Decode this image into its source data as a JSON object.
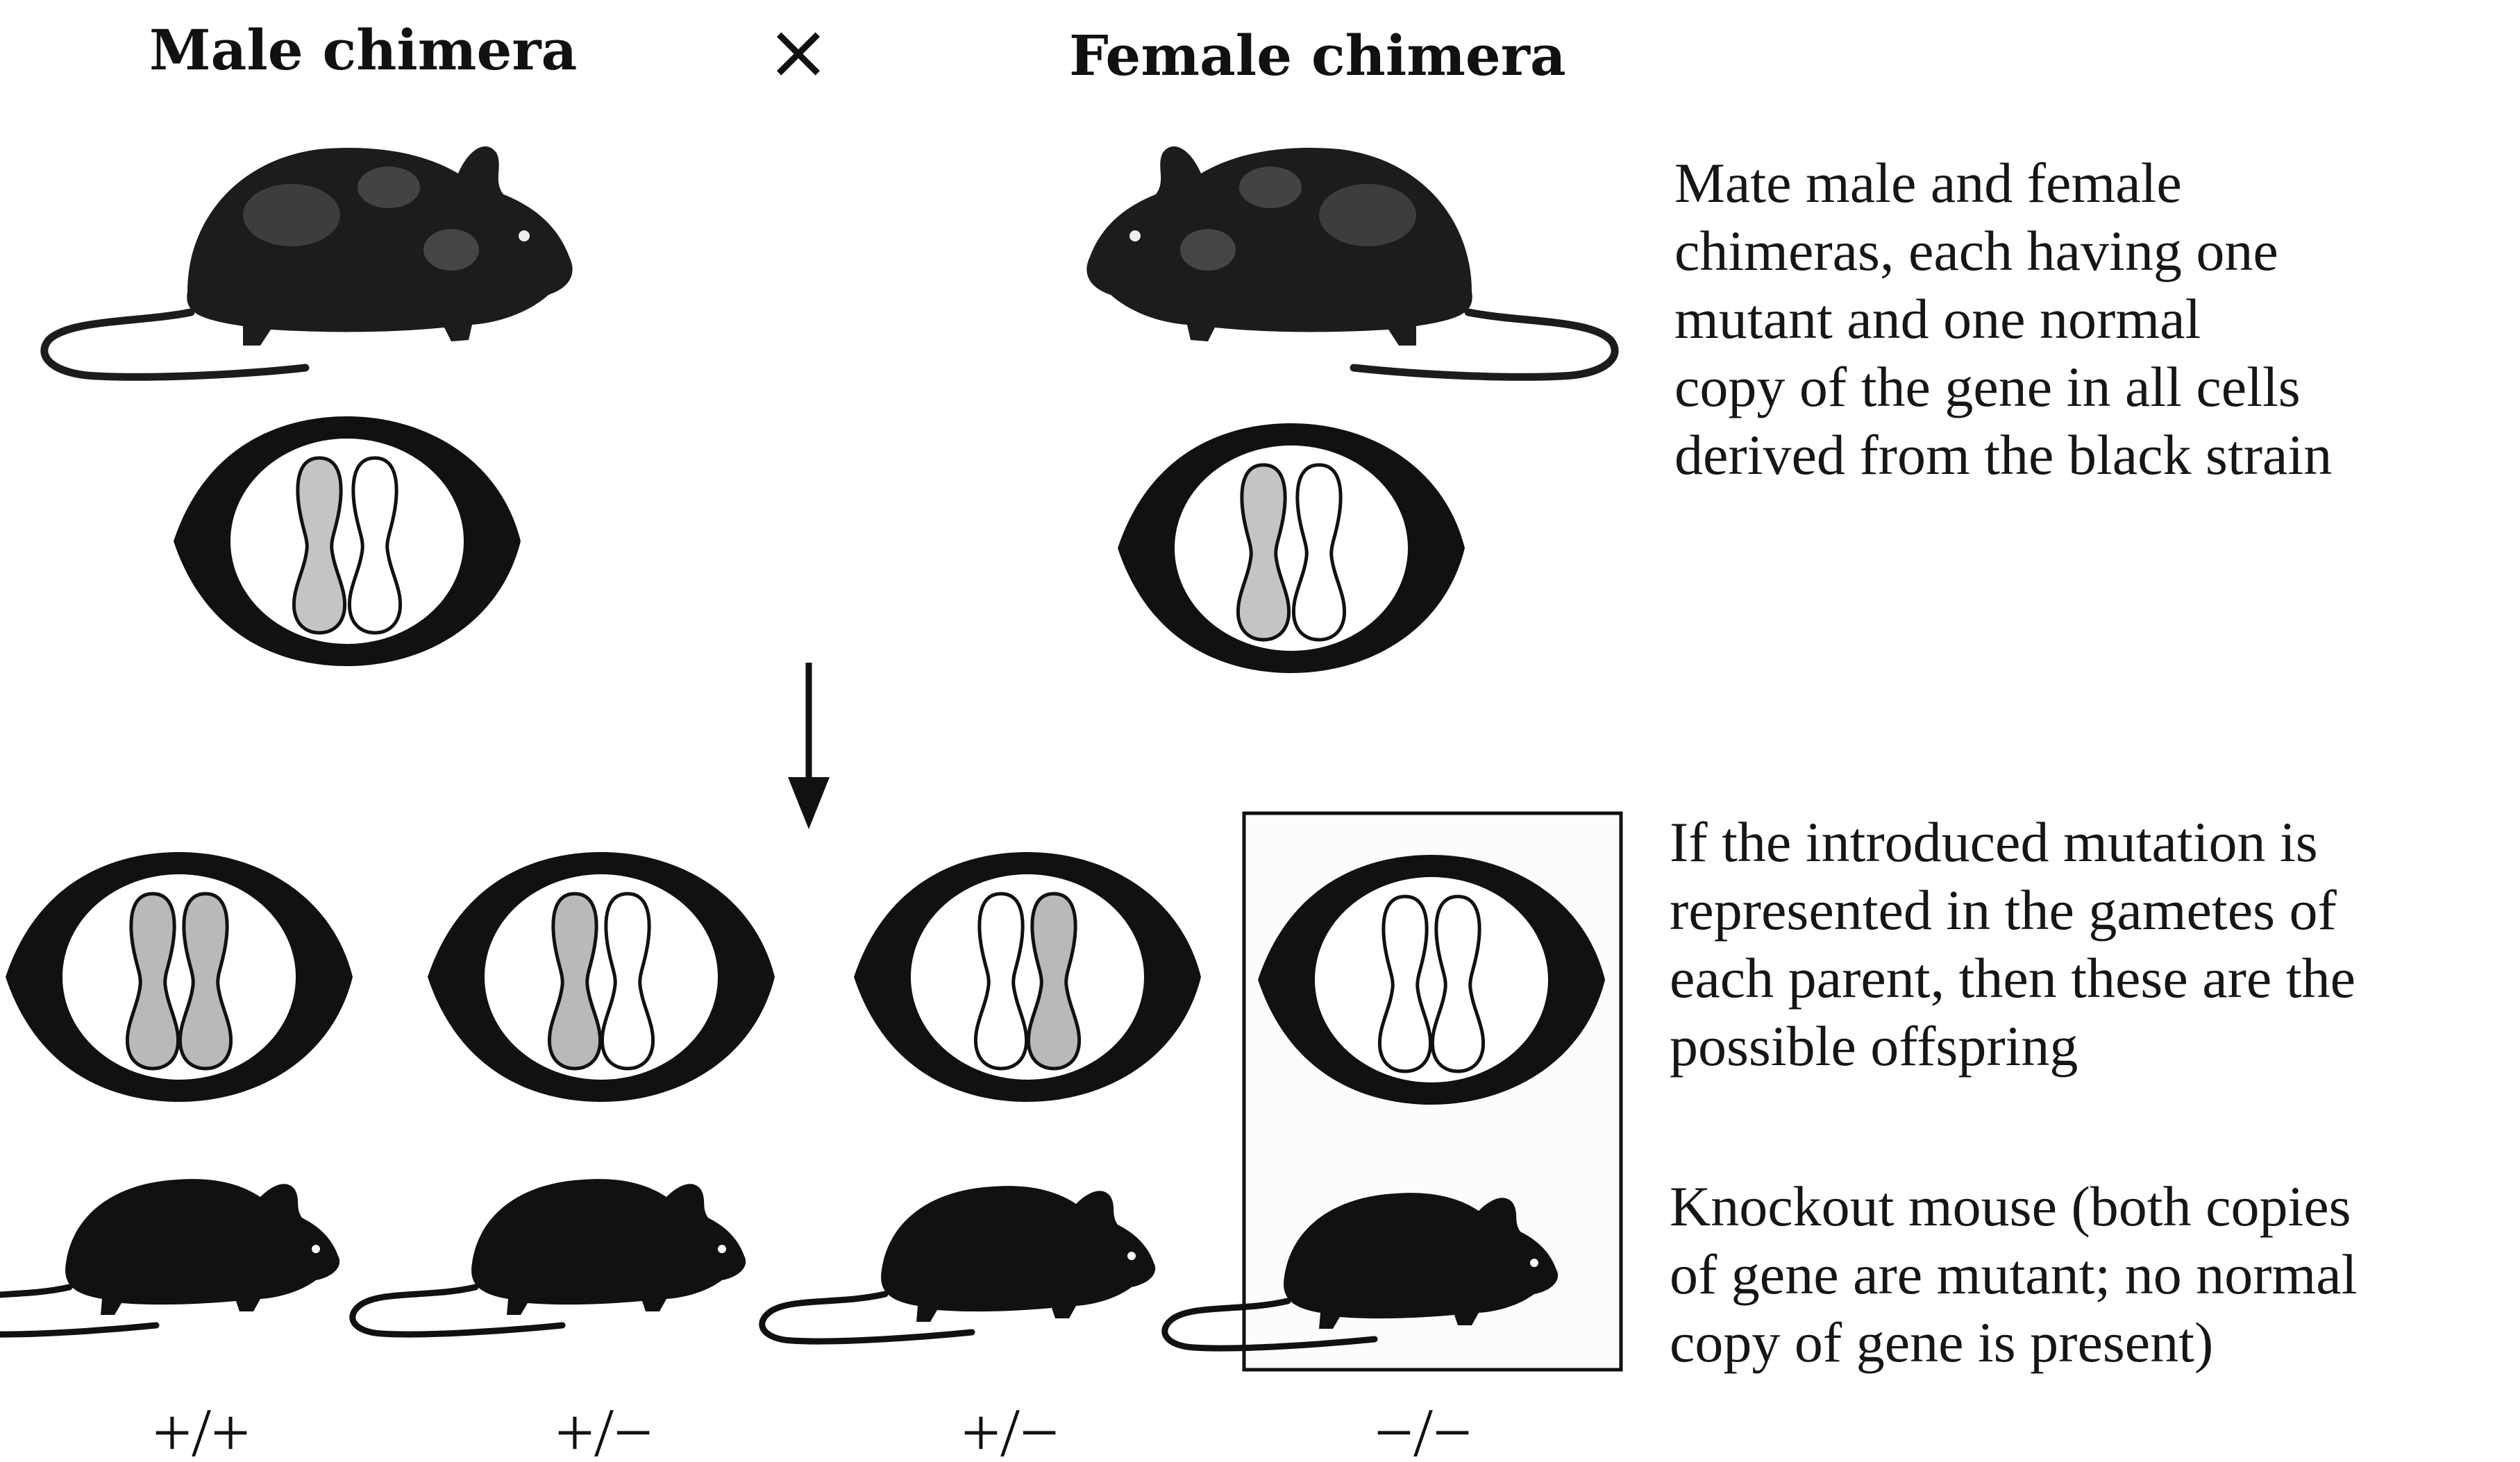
{
  "parents": {
    "male_label": "Male chimera",
    "cross_symbol": "×",
    "female_label": "Female chimera"
  },
  "captions": {
    "mate": "Mate male and female\nchimeras, each having one\nmutant and one normal\ncopy of the gene in all cells\nderived from the black strain",
    "offspring": "If the introduced mutation is\nrepresented in the gametes of\neach parent, then these are the\npossible offspring",
    "knockout": "Knockout mouse (both copies\nof gene are mutant; no normal\ncopy of gene is present)"
  },
  "offspring": [
    {
      "genotype": "+/+",
      "chromosome_1": "normal",
      "chromosome_2": "normal"
    },
    {
      "genotype": "+/−",
      "chromosome_1": "normal",
      "chromosome_2": "mutant"
    },
    {
      "genotype": "+/−",
      "chromosome_1": "mutant",
      "chromosome_2": "normal"
    },
    {
      "genotype": "−/−",
      "chromosome_1": "mutant",
      "chromosome_2": "mutant",
      "highlighted": true
    }
  ],
  "colors": {
    "ink": "#111111",
    "normal_chromosome": "#b9b9b9",
    "mutant_chromosome": "#ffffff"
  }
}
